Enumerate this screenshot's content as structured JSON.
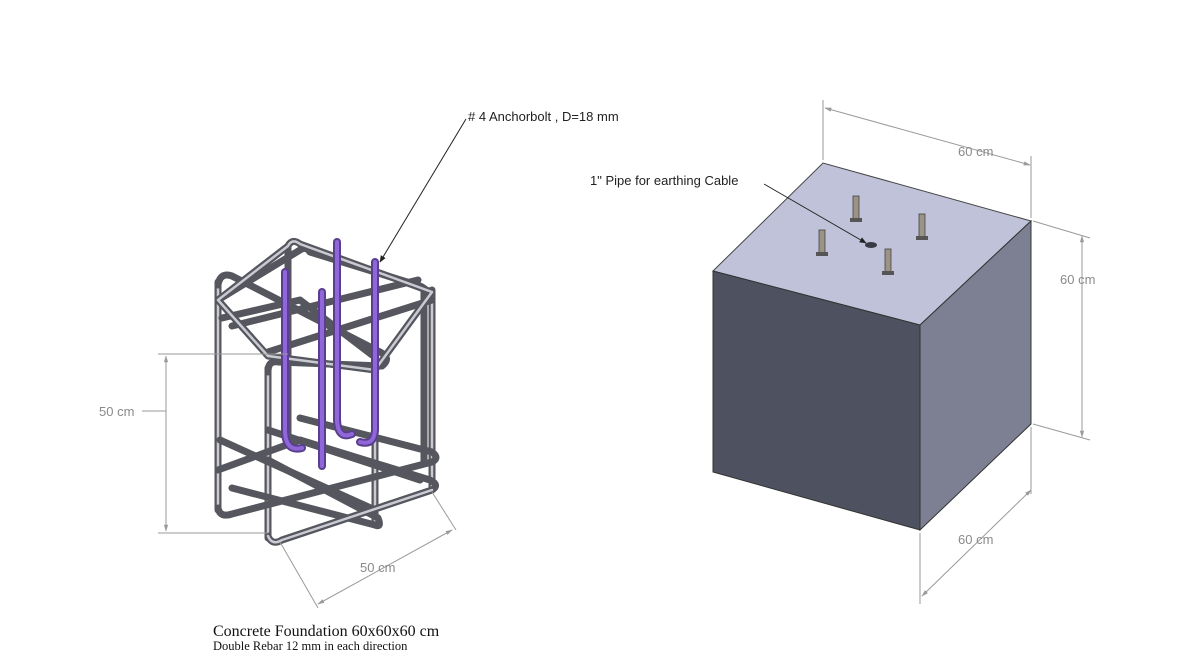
{
  "labels": {
    "anchorbolt": "# 4 Anchorbolt , D=18 mm",
    "pipe": "1\" Pipe  for earthing Cable",
    "cage_height": "50 cm",
    "cage_width": "50 cm",
    "block_top": "60 cm",
    "block_side": "60 cm",
    "block_bottom": "60 cm"
  },
  "caption": {
    "title": "Concrete Foundation 60x60x60 cm",
    "subtitle": "Double Rebar 12 mm in each direction"
  },
  "colors": {
    "block_top": "#bfc2d8",
    "block_front": "#4e5160",
    "block_right": "#7d8093",
    "rebar": "#55565e",
    "anchorbolt": "#7b4fc4"
  }
}
